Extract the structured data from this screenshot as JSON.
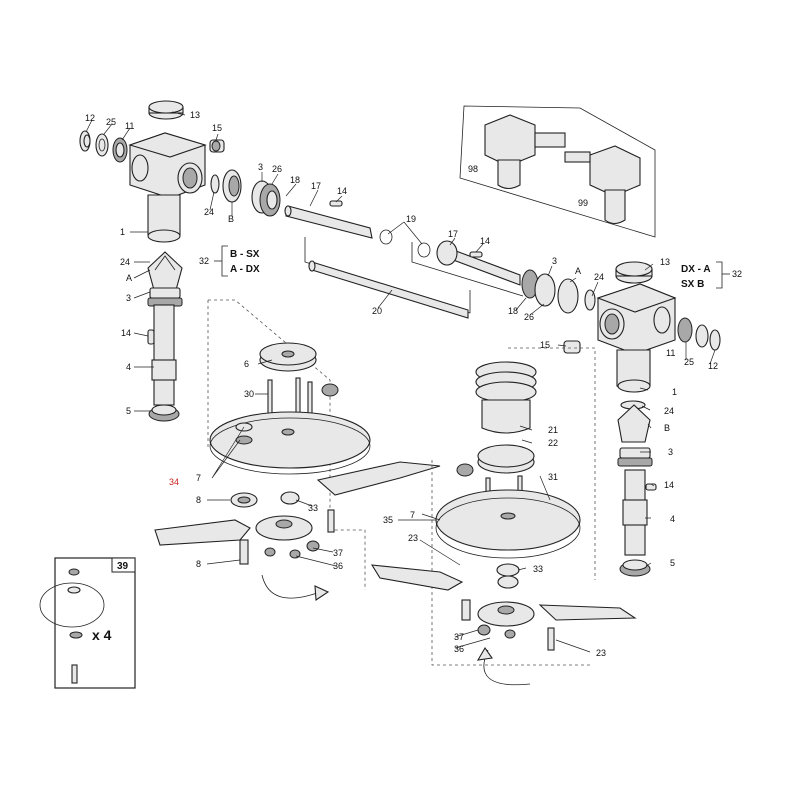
{
  "colors": {
    "ink": "#222222",
    "part_fill": "#e6e6e6",
    "part_dark": "#9a9a9a",
    "highlight": "#cc2222"
  },
  "labels": {
    "p12a": "12",
    "p25a": "25",
    "p11a": "11",
    "p13a": "13",
    "p15a": "15",
    "p3a": "3",
    "p26a": "26",
    "p18a": "18",
    "p17a": "17",
    "p14a": "14",
    "p24a": "24",
    "pBa": "B",
    "p1a": "1",
    "p24b": "24",
    "pAa": "A",
    "p3b": "3",
    "p14b": "14",
    "p4a": "4",
    "p5a": "5",
    "p19": "19",
    "p17b": "17",
    "p14c": "14",
    "p20": "20",
    "p3c": "3",
    "pAb": "A",
    "p24c": "24",
    "p18b": "18",
    "p26b": "26",
    "p13b": "13",
    "p15b": "15",
    "p25b": "25",
    "p11b": "11",
    "p12b": "12",
    "p1b": "1",
    "p24d": "24",
    "pBb": "B",
    "p3d": "3",
    "p14d": "14",
    "p4b": "4",
    "p5b": "5",
    "p6": "6",
    "p30": "30",
    "p34": "34",
    "p7a": "7",
    "p8a": "8",
    "p33a": "33",
    "p37a": "37",
    "p36a": "36",
    "p8b": "8",
    "p21": "21",
    "p22": "22",
    "p31": "31",
    "p35": "35",
    "p7b": "7",
    "p23a": "23",
    "p33b": "33",
    "p37b": "37",
    "p36b": "36",
    "p23b": "23",
    "p98": "98",
    "p99": "99",
    "p39": "39",
    "x4": "x 4",
    "p32a": "32",
    "p32b": "32"
  },
  "legend_left": {
    "line1": "B - SX",
    "line2": "A - DX"
  },
  "legend_right": {
    "line1": "DX - A",
    "line2": "SX  B"
  }
}
